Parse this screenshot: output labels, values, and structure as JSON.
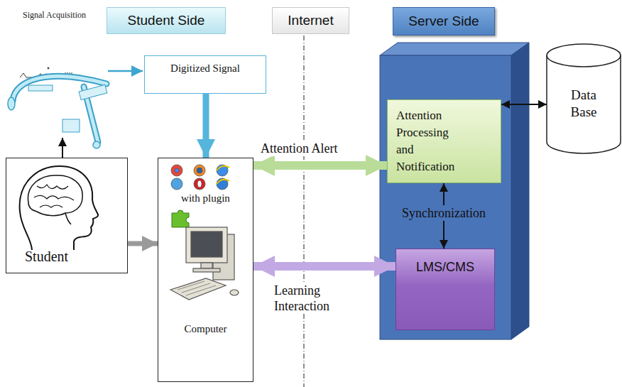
{
  "diagram": {
    "nodes": [
      {
        "text": [
          "Student Side"
        ]
      },
      {
        "text": [
          "Internet"
        ]
      },
      {
        "text": [
          "Server Side"
        ]
      },
      {
        "text": [
          "Digitized Signal"
        ]
      },
      {
        "text": [
          "Attention Processing and Notification"
        ],
        "in": 2
      },
      {
        "text": [
          "Data Base"
        ]
      },
      {
        "text": [
          "Student"
        ]
      },
      {
        "text": [
          "with plugin",
          "Computer"
        ]
      },
      {
        "text": [
          "LMS/CMS"
        ],
        "in": 2
      }
    ],
    "edges": [
      {
        "from": 3,
        "to": 7,
        "arrow": "to"
      },
      {
        "from": 6,
        "to": 7,
        "arrow": "to"
      },
      {
        "from": 7,
        "to": 4,
        "label": "Attention Alert",
        "arrow": "both"
      },
      {
        "from": 7,
        "to": 8,
        "label": "Learning Interaction",
        "arrow": "both"
      },
      {
        "from": 4,
        "to": 8,
        "label": "Synchronization",
        "arrow": "both"
      },
      {
        "from": 4,
        "to": 5,
        "arrow": "both"
      }
    ],
    "labels": [
      "Signal Acquisition"
    ]
  }
}
